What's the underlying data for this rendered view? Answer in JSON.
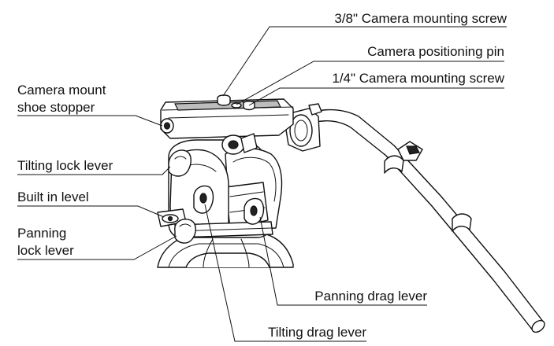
{
  "labels": {
    "screw_3_8": "3/8\" Camera mounting screw",
    "positioning_pin": "Camera positioning pin",
    "screw_1_4": "1/4\" Camera mounting screw",
    "shoe_stopper_line1": "Camera mount",
    "shoe_stopper_line2": "shoe stopper",
    "tilting_lock": "Tilting lock lever",
    "built_in_level": "Built in level",
    "panning_lock_line1": "Panning",
    "panning_lock_line2": "lock lever",
    "panning_drag": "Panning drag lever",
    "tilting_drag": "Tilting drag lever"
  }
}
